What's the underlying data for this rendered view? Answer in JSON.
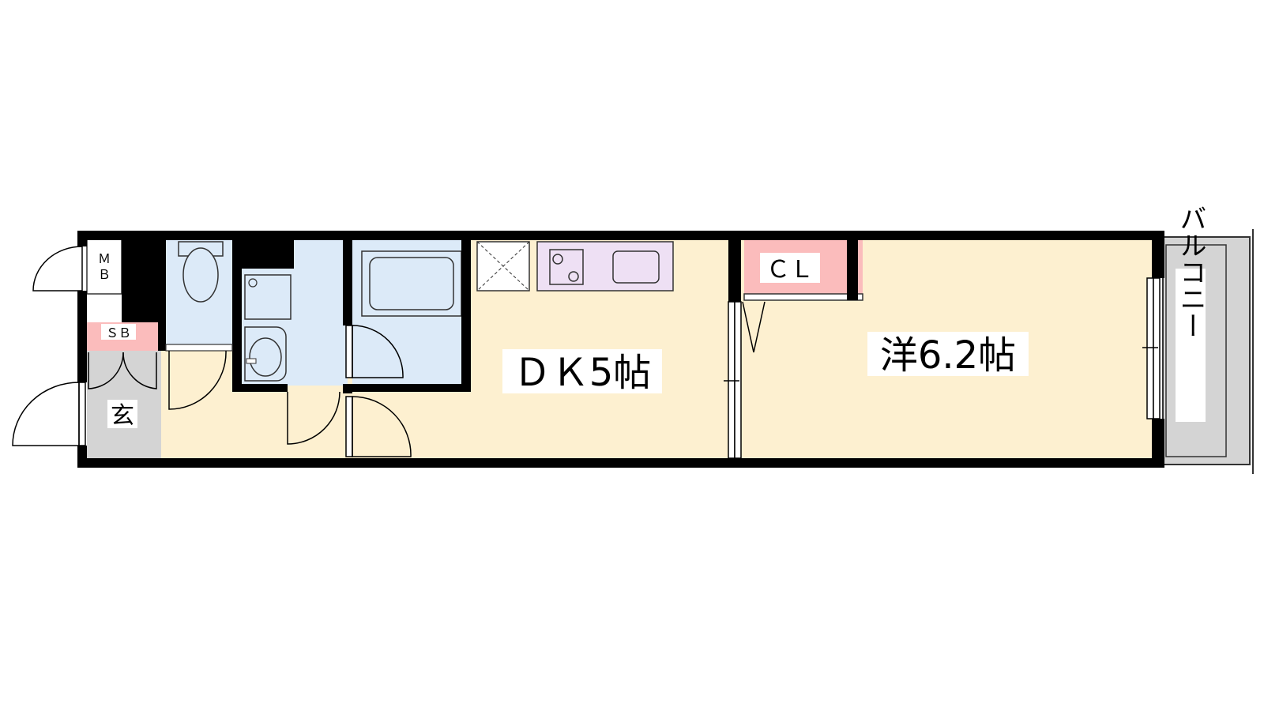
{
  "floorplan": {
    "rooms": {
      "dk": {
        "label": "ＤＫ5帖",
        "color": "#fdf0d0"
      },
      "western": {
        "label": "洋6.2帖",
        "color": "#fdf0d0"
      },
      "entrance": {
        "label": "玄",
        "color": "#d4d4d4"
      },
      "balcony": {
        "label": "バルコニー",
        "color": "#d4d4d4"
      },
      "closet": {
        "label": "ＣＬ",
        "color": "#fbbcbc"
      },
      "shoe_box": {
        "label": "ＳＢ",
        "color": "#fbbcbc"
      },
      "meter_box": {
        "label_line1": "Ｍ",
        "label_line2": "Ｂ"
      },
      "wet_area": {
        "color": "#dceaf8"
      },
      "kitchen": {
        "color": "#eee0f4"
      }
    },
    "colors": {
      "wall": "#000000",
      "outline": "#333333"
    }
  }
}
